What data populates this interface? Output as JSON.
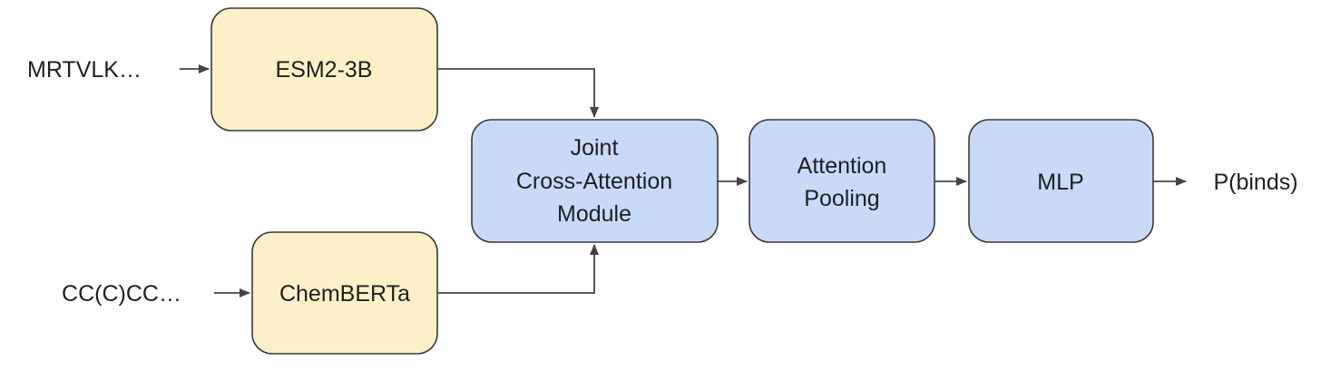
{
  "colors": {
    "encoder_fill": "#fdf0c8",
    "module_fill": "#c9daf8",
    "stroke": "#3a3a3a",
    "text": "#1f1f1f"
  },
  "inputs": {
    "protein_sequence": "MRTVLK…",
    "ligand_smiles": "CC(C)CC…"
  },
  "nodes": {
    "protein_encoder": "ESM2-3B",
    "ligand_encoder": "ChemBERTa",
    "cross_attention": {
      "line1": "Joint",
      "line2": "Cross-Attention",
      "line3": "Module"
    },
    "pooling": {
      "line1": "Attention",
      "line2": "Pooling"
    },
    "classifier": "MLP"
  },
  "output": {
    "label": "P(binds)"
  }
}
